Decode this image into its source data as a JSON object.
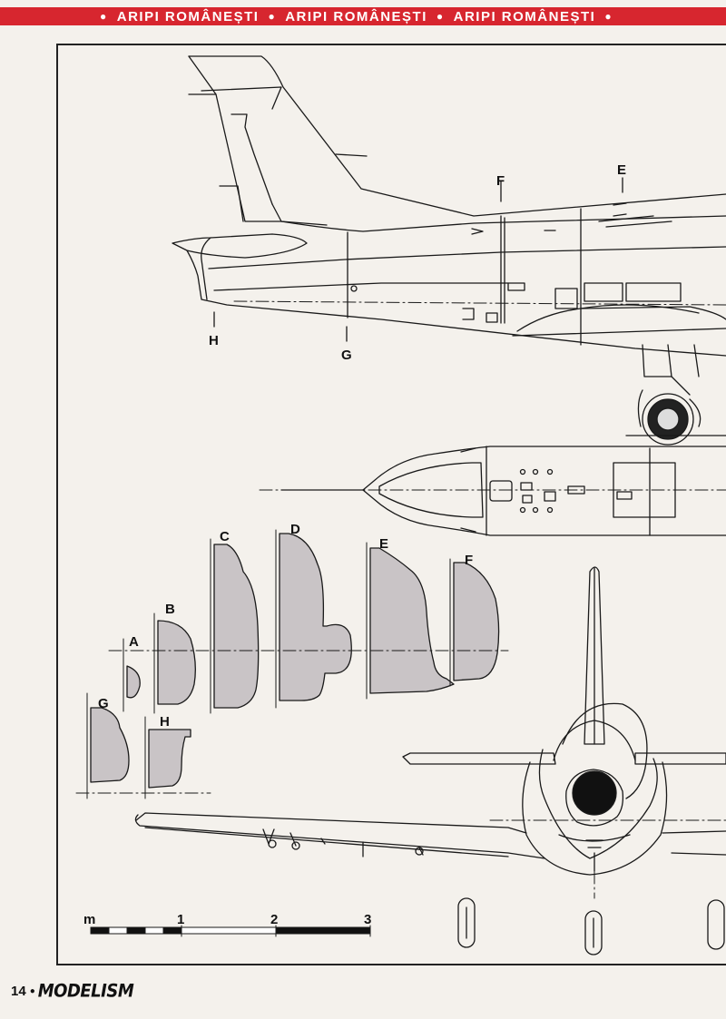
{
  "header": {
    "banner_items": [
      "ARIPI ROMÂNEȘTI",
      "ARIPI ROMÂNEȘTI",
      "ARIPI ROMÂNEȘTI"
    ],
    "color": "#d7262f"
  },
  "side_view": {
    "station_labels": {
      "E": "E",
      "F": "F",
      "G": "G",
      "H": "H"
    }
  },
  "sections": {
    "labels": {
      "A": "A",
      "B": "B",
      "C": "C",
      "D": "D",
      "E": "E",
      "F": "F",
      "G": "G",
      "H": "H"
    }
  },
  "scale_bar": {
    "unit": "m",
    "ticks": [
      "1",
      "2",
      "3"
    ]
  },
  "footer": {
    "page_number": "14",
    "magazine": "MODELISM"
  }
}
